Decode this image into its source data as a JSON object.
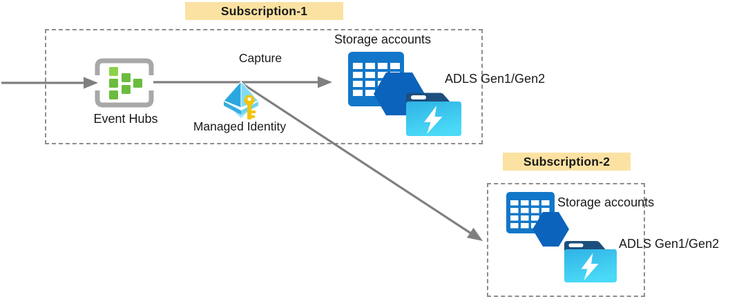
{
  "diagram": {
    "subscription1": {
      "label": "Subscription-1",
      "event_hubs_label": "Event Hubs",
      "capture_label": "Capture",
      "managed_identity_label": "Managed Identity",
      "storage_accounts_label": "Storage accounts",
      "adls_label": "ADLS Gen1/Gen2"
    },
    "subscription2": {
      "label": "Subscription-2",
      "storage_accounts_label": "Storage accounts",
      "adls_label": "ADLS Gen1/Gen2"
    },
    "icons": {
      "event_hubs": "event-hubs-icon",
      "managed_identity": "managed-identity-icon",
      "storage_accounts": "storage-accounts-icon",
      "adls": "adls-gen-icon",
      "arrows": [
        "inbound-arrow",
        "capture-arrow",
        "cross-subscription-arrow"
      ]
    },
    "colors": {
      "label_background": "#FBE2A2",
      "arrow_gray": "#7F7F7F",
      "dashed_border_gray": "#8C8C8C",
      "event_hubs_frame_gray": "#A8A8A8",
      "event_hubs_green_light": "#8CD14A",
      "event_hubs_green": "#6BBC3E",
      "storage_table_blue": "#1277C8",
      "storage_hexagon_blue": "#0B63BC",
      "adls_tab_navy": "#1C4F7E",
      "adls_cyan_top": "#2FB2E5",
      "adls_cyan_bottom": "#4ADAF7",
      "identity_blue_left": "#2BA7E0",
      "identity_blue_right": "#7FDBF7",
      "identity_key_gold": "#F2C40F",
      "text": "#1A1A1A"
    }
  }
}
